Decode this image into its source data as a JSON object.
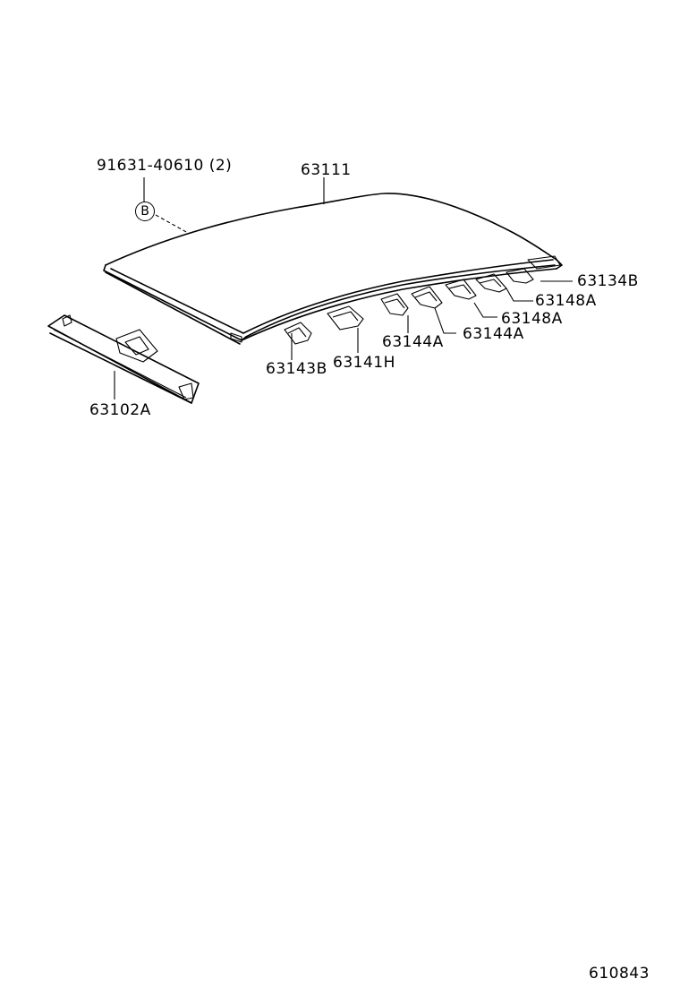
{
  "labels": {
    "bolt": "91631-40610 (2)",
    "roof_panel": "63111",
    "bracket_rear": "63134B",
    "reinf_1": "63148A",
    "reinf_2": "63148A",
    "reinf_3": "63144A",
    "reinf_4": "63144A",
    "reinf_front": "63143B",
    "reinf_center": "63141H",
    "front_header": "63102A",
    "callout_b": "B",
    "diagram_id": "610843"
  }
}
